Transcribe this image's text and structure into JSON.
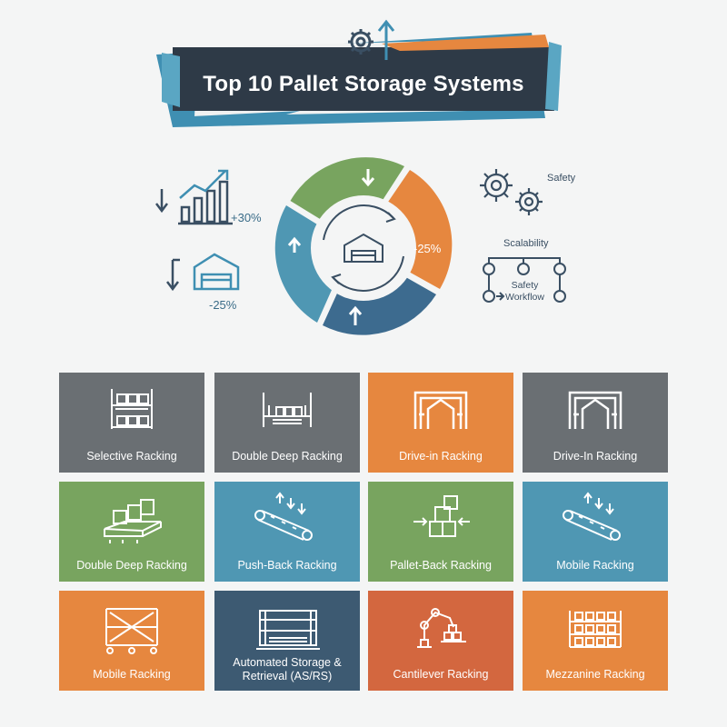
{
  "header": {
    "title": "Top 10 Pallet Storage Systems"
  },
  "hub": {
    "left_top_pct": "+30%",
    "left_bottom_pct": "-25%",
    "ring_pct": "-25%",
    "right_label_safety": "Safety",
    "right_label_scalability": "Scalability",
    "right_label_workflow": "Safety\nWorkflow",
    "colors": {
      "green": "#78a45f",
      "orange": "#e6873f",
      "blue": "#4f8fb0",
      "navy": "#3d6b8f"
    }
  },
  "tiles": [
    {
      "label": "Selective Racking",
      "color": "#6a6f73",
      "icon": "selective-rack-icon"
    },
    {
      "label": "Double Deep Racking",
      "color": "#6a6f73",
      "icon": "double-deep-rack-icon"
    },
    {
      "label": "Drive-in Racking",
      "color": "#e6873f",
      "icon": "drive-in-arch-icon"
    },
    {
      "label": "Drive-In Racking",
      "color": "#6a6f73",
      "icon": "drive-in-arch-icon"
    },
    {
      "label": "Double Deep Racking",
      "color": "#78a45f",
      "icon": "pallet-boxes-icon"
    },
    {
      "label": "Push-Back Racking",
      "color": "#4f97b3",
      "icon": "conveyor-icon"
    },
    {
      "label": "Pallet-Back Racking",
      "color": "#78a45f",
      "icon": "boxes-arrows-icon"
    },
    {
      "label": "Mobile Racking",
      "color": "#4f97b3",
      "icon": "conveyor-icon"
    },
    {
      "label": "Mobile Racking",
      "color": "#e6873f",
      "icon": "mobile-rack-icon"
    },
    {
      "label": "Automated Storage &\nRetrieval (AS/RS)",
      "color": "#3d5a72",
      "icon": "asrs-icon"
    },
    {
      "label": "Cantilever Racking",
      "color": "#d3673f",
      "icon": "robot-arm-icon"
    },
    {
      "label": "Mezzanine Racking",
      "color": "#e6873f",
      "icon": "mezzanine-rack-icon"
    }
  ]
}
